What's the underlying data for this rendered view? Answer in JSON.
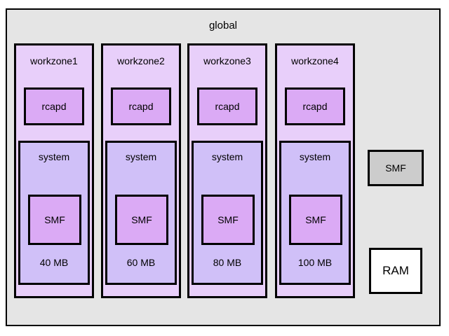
{
  "diagram": {
    "global": {
      "title": "global",
      "background_color": "#e5e5e5",
      "border_color": "#000000"
    },
    "workzones": [
      {
        "title": "workzone1",
        "rcapd_label": "rcapd",
        "system_title": "system",
        "system_smf_label": "SMF",
        "memory_cap": "40 MB"
      },
      {
        "title": "workzone2",
        "rcapd_label": "rcapd",
        "system_title": "system",
        "system_smf_label": "SMF",
        "memory_cap": "60 MB"
      },
      {
        "title": "workzone3",
        "rcapd_label": "rcapd",
        "system_title": "system",
        "system_smf_label": "SMF",
        "memory_cap": "80 MB"
      },
      {
        "title": "workzone4",
        "rcapd_label": "rcapd",
        "system_title": "system",
        "system_smf_label": "SMF",
        "memory_cap": "100 MB"
      }
    ],
    "global_smf": {
      "label": "SMF",
      "background_color": "#cccccc"
    },
    "ram": {
      "label": "RAM",
      "background_color": "#ffffff"
    },
    "colors": {
      "global_fill": "#e5e5e5",
      "workzone_fill": "#e8cffa",
      "system_fill": "#d0c0f8",
      "component_fill": "#dbaaf5",
      "global_smf_fill": "#cccccc",
      "ram_fill": "#ffffff",
      "stroke": "#000000"
    }
  }
}
